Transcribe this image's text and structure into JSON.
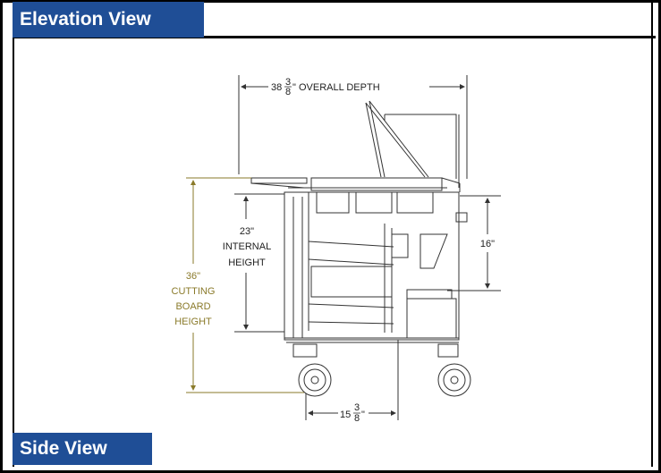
{
  "headers": {
    "top": "Elevation View",
    "bottom": "Side View"
  },
  "dimensions": {
    "overall_depth": {
      "whole": "38",
      "num": "3",
      "den": "8",
      "label": "\" OVERALL DEPTH"
    },
    "internal_height": {
      "value": "23\"",
      "line1": "INTERNAL",
      "line2": "HEIGHT"
    },
    "cutting_board_height": {
      "value": "36\"",
      "line1": "CUTTING",
      "line2": "BOARD",
      "line3": "HEIGHT"
    },
    "right_height": {
      "value": "16\""
    },
    "base_width": {
      "whole": "15",
      "num": "3",
      "den": "8",
      "label": "\""
    }
  },
  "colors": {
    "header_bg": "#1f4e96",
    "header_text": "#ffffff",
    "line": "#333333",
    "cutting_dim": "#8a7a2a"
  }
}
